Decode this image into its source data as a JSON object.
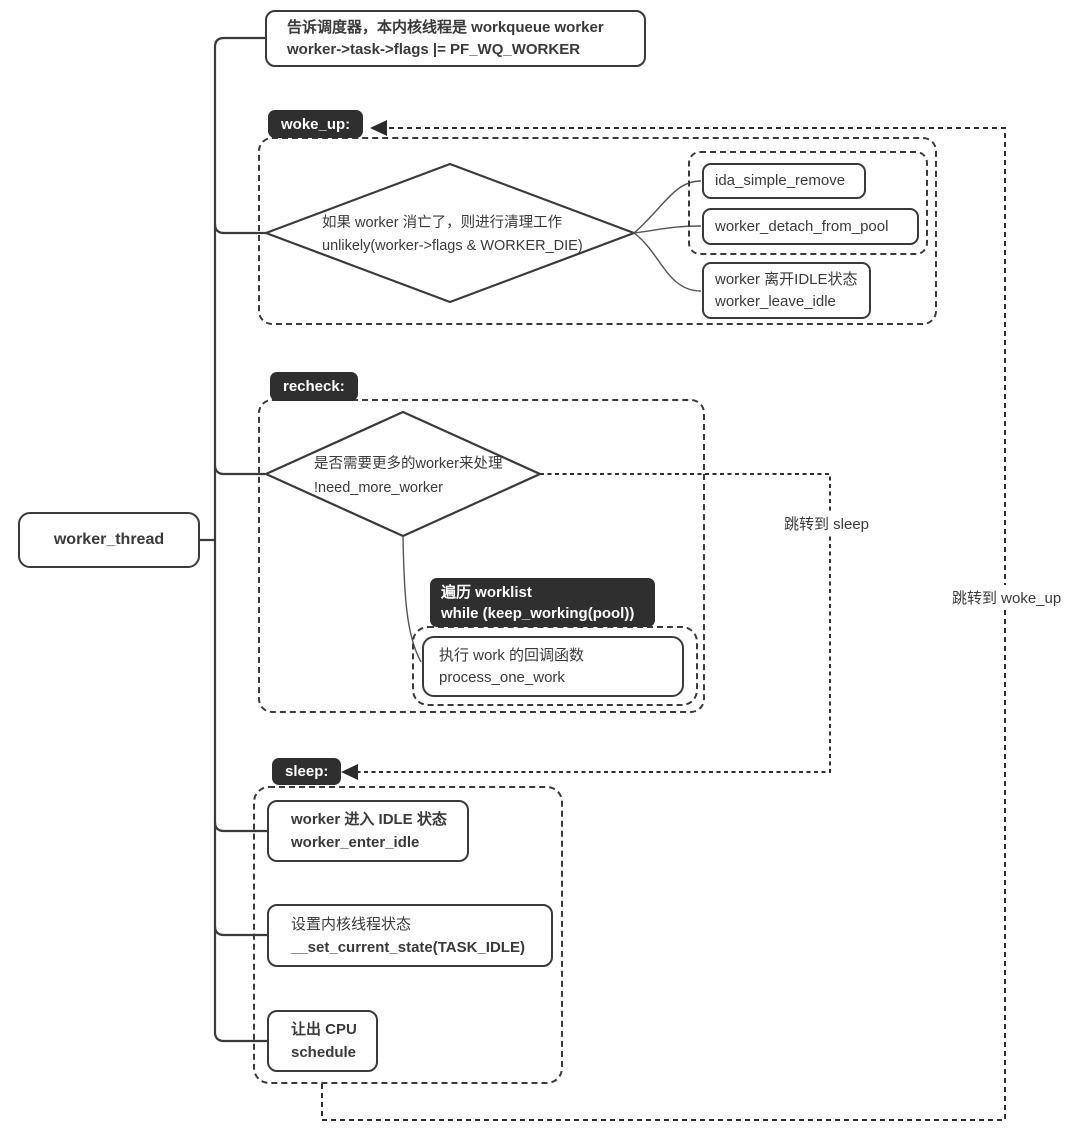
{
  "canvas": {
    "bg": "#ffffff",
    "line_color": "#3a3a3a",
    "tag_bg": "#2f2f2f",
    "tag_fg": "#ffffff"
  },
  "root": {
    "label": "worker_thread"
  },
  "top_note": {
    "line1": "告诉调度器，本内核线程是 workqueue worker",
    "line2": "worker->task->flags |= PF_WQ_WORKER"
  },
  "woke_up": {
    "tag": "woke_up:",
    "diamond": {
      "line1": "如果 worker 消亡了，则进行清理工作",
      "line2": "unlikely(worker->flags & WORKER_DIE)"
    },
    "ida_box": {
      "line1": "ida_simple_remove"
    },
    "detach_box": {
      "line1": "worker_detach_from_pool"
    },
    "leave_box": {
      "line1": "worker 离开IDLE状态",
      "line2": "worker_leave_idle"
    }
  },
  "recheck": {
    "tag": "recheck:",
    "diamond": {
      "line1": "是否需要更多的worker来处理",
      "line2": "!need_more_worker"
    },
    "loop_box": {
      "line1": "遍历 worklist",
      "line2": "while (keep_working(pool))"
    },
    "process_box": {
      "line1": "执行 work 的回调函数",
      "line2": "process_one_work"
    }
  },
  "sleep": {
    "tag": "sleep:",
    "enter_idle_box": {
      "line1": "worker 进入 IDLE 状态",
      "line2": "worker_enter_idle"
    },
    "set_state_box": {
      "line1": "设置内核线程状态",
      "line2": "__set_current_state(TASK_IDLE)"
    },
    "schedule_box": {
      "line1": "让出 CPU",
      "line2": "schedule"
    }
  },
  "jumps": {
    "to_sleep": "跳转到 sleep",
    "to_woke_up": "跳转到 woke_up"
  }
}
